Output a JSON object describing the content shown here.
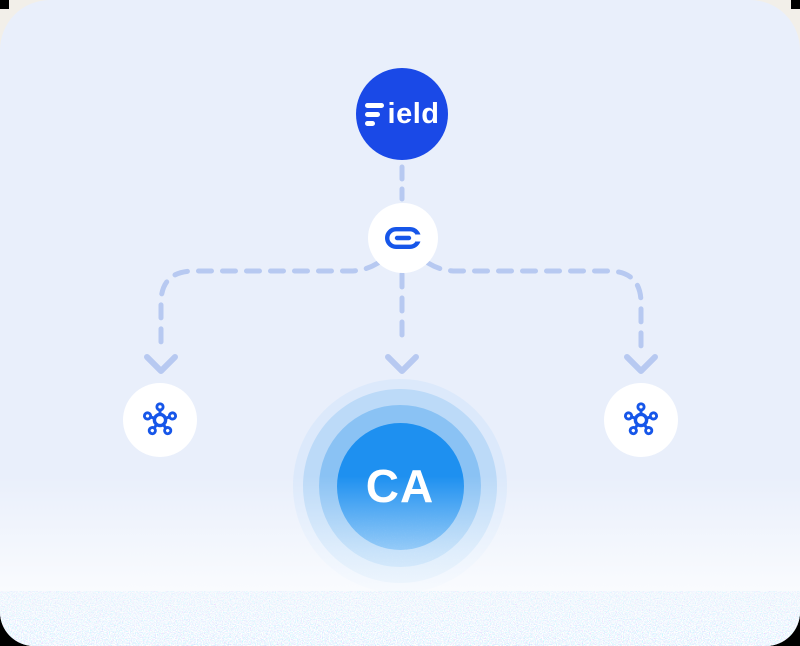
{
  "colors": {
    "outside_top": "#F2EFE9",
    "outside_bottom": "#000000",
    "card_background": "#E9EFFB",
    "brand_blue": "#1A49E7",
    "icon_blue": "#1656E9",
    "connector": "#B7C9F1",
    "node_white": "#FFFFFF",
    "ca_inner": "#1E90F0",
    "ca_ring_mid": "#8AC2F4",
    "ca_ring_outer": "#BCDAF8",
    "text_on_blue": "#FFFFFF"
  },
  "diagram": {
    "root_node": {
      "name": "Field",
      "label_tail": "ield",
      "icon": "field-logo"
    },
    "link_node": {
      "icon": "link-icon"
    },
    "left_node": {
      "icon": "network-hub-icon"
    },
    "right_node": {
      "icon": "network-hub-icon"
    },
    "center_node": {
      "label": "CA"
    }
  }
}
